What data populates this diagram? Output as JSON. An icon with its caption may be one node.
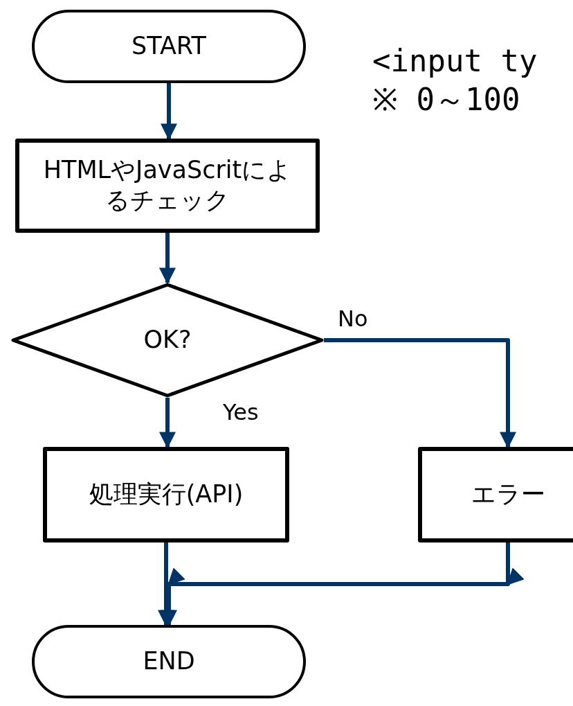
{
  "diagram": {
    "nodes": [
      {
        "text": [
          "START"
        ]
      },
      {
        "text": [
          "HTMLやJavaScritによるチェック"
        ]
      },
      {
        "text": [
          "OK?"
        ]
      },
      {
        "text": [
          "処理実行(API)"
        ]
      },
      {
        "text": [
          "エラー"
        ]
      },
      {
        "text": [
          "END"
        ]
      }
    ],
    "edges": [
      {
        "from": 0,
        "to": 1,
        "arrow": "to"
      },
      {
        "from": 1,
        "to": 2,
        "arrow": "to"
      },
      {
        "from": 2,
        "to": 3,
        "arrow": "to",
        "label": "Yes"
      },
      {
        "from": 2,
        "to": 4,
        "arrow": "to",
        "label": "No"
      },
      {
        "from": 3,
        "to": 5,
        "arrow": "to"
      },
      {
        "from": 4,
        "to": 5,
        "arrow": "to"
      }
    ],
    "labels": [
      "<input ty",
      "※ 0～100"
    ]
  }
}
